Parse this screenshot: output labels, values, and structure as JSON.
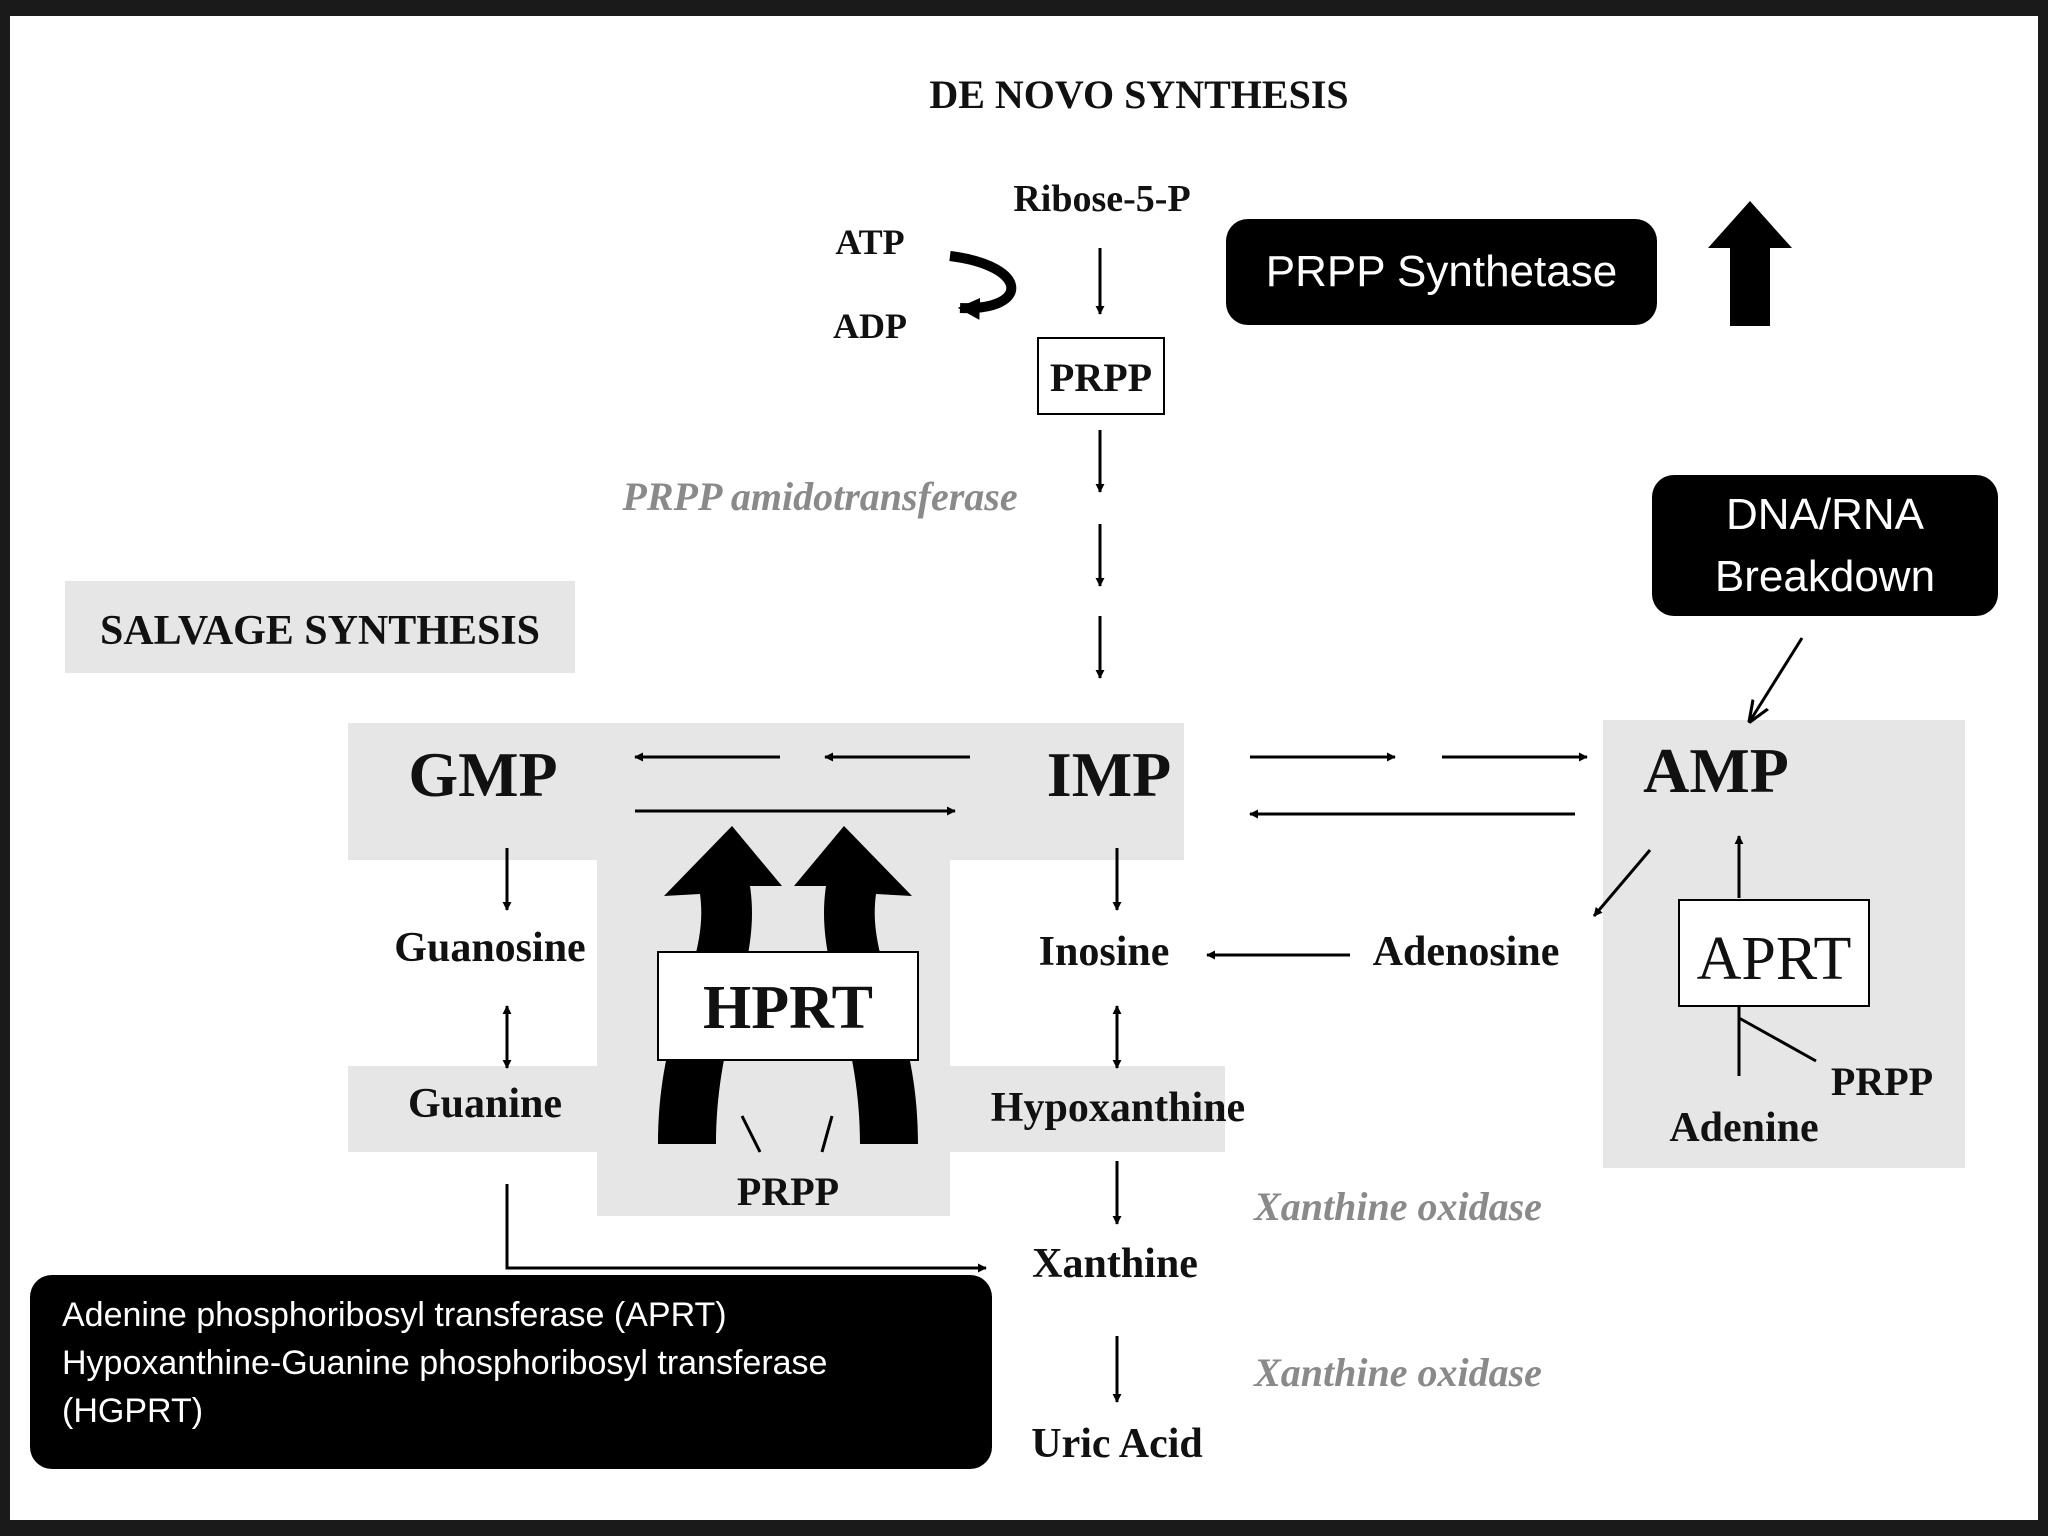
{
  "diagram": {
    "title": "DE NOVO SYNTHESIS",
    "salvage_label": "SALVAGE SYNTHESIS",
    "nodes": {
      "ribose": "Ribose-5-P",
      "atp": "ATP",
      "adp": "ADP",
      "prpp_top": "PRPP",
      "gmp": "GMP",
      "imp": "IMP",
      "amp": "AMP",
      "guanosine": "Guanosine",
      "guanine": "Guanine",
      "inosine": "Inosine",
      "adenosine": "Adenosine",
      "hypoxanthine": "Hypoxanthine",
      "xanthine": "Xanthine",
      "uric_acid": "Uric Acid",
      "adenine": "Adenine",
      "prpp_hprt": "PRPP",
      "prpp_aprt": "PRPP"
    },
    "enzymes": {
      "amidotransferase": "PRPP amidotransferase",
      "hprt": "HPRT",
      "aprt": "APRT",
      "xanthine_oxidase_1": "Xanthine oxidase",
      "xanthine_oxidase_2": "Xanthine oxidase"
    }
  },
  "callouts": {
    "prpp_synthetase": "PRPP Synthetase",
    "dna_rna_line1": "DNA/RNA",
    "dna_rna_line2": "Breakdown",
    "enzymes_line1": "Adenine phosphoribosyl transferase (APRT)",
    "enzymes_line2": "Hypoxanthine-Guanine phosphoribosyl transferase",
    "enzymes_line3": "(HGPRT)"
  },
  "colors": {
    "background": "#ffffff",
    "shaded_region": "#e6e6e6",
    "enzyme_italic": "#8a8a8a",
    "callout": "#000000"
  }
}
